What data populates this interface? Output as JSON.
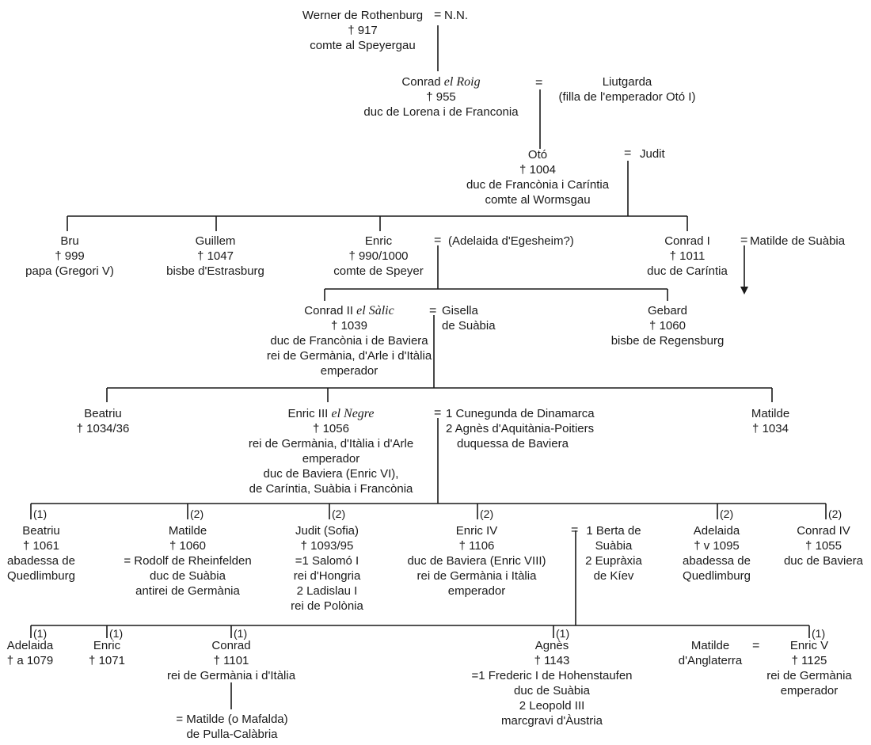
{
  "people": {
    "werner": {
      "name": "Werner de Rothenburg",
      "died": "† 917",
      "title": "comte al Speyergau"
    },
    "nn": {
      "name": "N.N."
    },
    "conrad_roig": {
      "name": "Conrad",
      "epithet": "el Roig",
      "died": "† 955",
      "title": "duc de Lorena i de Franconia"
    },
    "liutgarda": {
      "name": "Liutgarda",
      "note": "(filla de l'emperador Otó I)"
    },
    "oto": {
      "name": "Otó",
      "died": "† 1004",
      "title1": "duc de Francònia i Caríntia",
      "title2": "comte al Wormsgau"
    },
    "judit_oto": {
      "name": "Judit"
    },
    "bru": {
      "name": "Bru",
      "died": "† 999",
      "title": "papa (Gregori V)"
    },
    "guillem": {
      "name": "Guillem",
      "died": "† 1047",
      "title": "bisbe d'Estrasburg"
    },
    "enric_speyer": {
      "name": "Enric",
      "died": "† 990/1000",
      "title": "comte de Speyer"
    },
    "adelaida_eg": {
      "name": "(Adelaida d'Egesheim?)"
    },
    "conrad_i": {
      "name": "Conrad I",
      "died": "† 1011",
      "title": "duc de Caríntia"
    },
    "matilde_suabia": {
      "name": "Matilde de Suàbia"
    },
    "conrad_ii": {
      "name": "Conrad II",
      "epithet": "el Sàlic",
      "died": "† 1039",
      "title1": "duc de Francònia i de Baviera",
      "title2": "rei de Germània, d'Arle i d'Itàlia",
      "title3": "emperador"
    },
    "gisella": {
      "name1": "Gisella",
      "name2": "de Suàbia"
    },
    "gebard": {
      "name": "Gebard",
      "died": "† 1060",
      "title": "bisbe de Regensburg"
    },
    "beatriu_a": {
      "name": "Beatriu",
      "died": "† 1034/36"
    },
    "enric_iii": {
      "name": "Enric III",
      "epithet": "el Negre",
      "died": "† 1056",
      "title1": "rei de Germània, d'Itàlia i d'Arle",
      "title2": "emperador",
      "title3": "duc de Baviera (Enric VI),",
      "title4": "de Caríntia, Suàbia i Francònia"
    },
    "wives_enric_iii": {
      "w1": "1 Cunegunda de Dinamarca",
      "w2": "2 Agnès d'Aquitània-Poitiers",
      "w2b": "duquessa de Baviera"
    },
    "matilde_a": {
      "name": "Matilde",
      "died": "† 1034"
    },
    "beatriu_b": {
      "idx": "(1)",
      "name": "Beatriu",
      "died": "† 1061",
      "t1": "abadessa de",
      "t2": "Quedlimburg"
    },
    "matilde_b": {
      "idx": "(2)",
      "name": "Matilde",
      "died": "† 1060",
      "t1": "= Rodolf de Rheinfelden",
      "t2": "duc de Suàbia",
      "t3": "antirei de Germània"
    },
    "judit_sofia": {
      "idx": "(2)",
      "name": "Judit (Sofia)",
      "died": "† 1093/95",
      "t1": "=1 Salomó I",
      "t2": "rei d'Hongria",
      "t3": "2 Ladislau I",
      "t4": "rei de Polònia"
    },
    "enric_iv": {
      "idx": "(2)",
      "name": "Enric IV",
      "died": "† 1106",
      "t1": "duc de Baviera (Enric VIII)",
      "t2": "rei de Germània i Itàlia",
      "t3": "emperador"
    },
    "wives_enric_iv": {
      "w1": "1 Berta de",
      "w1b": "Suàbia",
      "w2": "2 Eupràxia",
      "w2b": "de Kíev"
    },
    "adelaida_b": {
      "idx": "(2)",
      "name": "Adelaida",
      "died": "† v 1095",
      "t1": "abadessa de",
      "t2": "Quedlimburg"
    },
    "conrad_iv": {
      "idx": "(2)",
      "name": "Conrad IV",
      "died": "† 1055",
      "t1": "duc de Baviera"
    },
    "adelaida_c": {
      "idx": "(1)",
      "name": "Adelaida",
      "died": "† a 1079"
    },
    "enric_c": {
      "idx": "(1)",
      "name": "Enric",
      "died": "† 1071"
    },
    "conrad_c": {
      "idx": "(1)",
      "name": "Conrad",
      "died": "† 1101",
      "t1": "rei de Germània i d'Itàlia"
    },
    "matilde_pulla": {
      "t1": "= Matilde (o Mafalda)",
      "t2": "de Pulla-Calàbria"
    },
    "agnes": {
      "idx": "(1)",
      "name": "Agnès",
      "died": "† 1143",
      "t1": "=1 Frederic I de Hohenstaufen",
      "t2": "duc de Suàbia",
      "t3": "2 Leopold III",
      "t4": "marcgravi d'Àustria"
    },
    "matilde_angl": {
      "name": "Matilde",
      "t1": "d'Anglaterra"
    },
    "enric_v": {
      "idx": "(1)",
      "name": "Enric V",
      "died": "† 1125",
      "t1": "rei de Germània",
      "t2": "emperador"
    }
  },
  "marriage_sign": "="
}
